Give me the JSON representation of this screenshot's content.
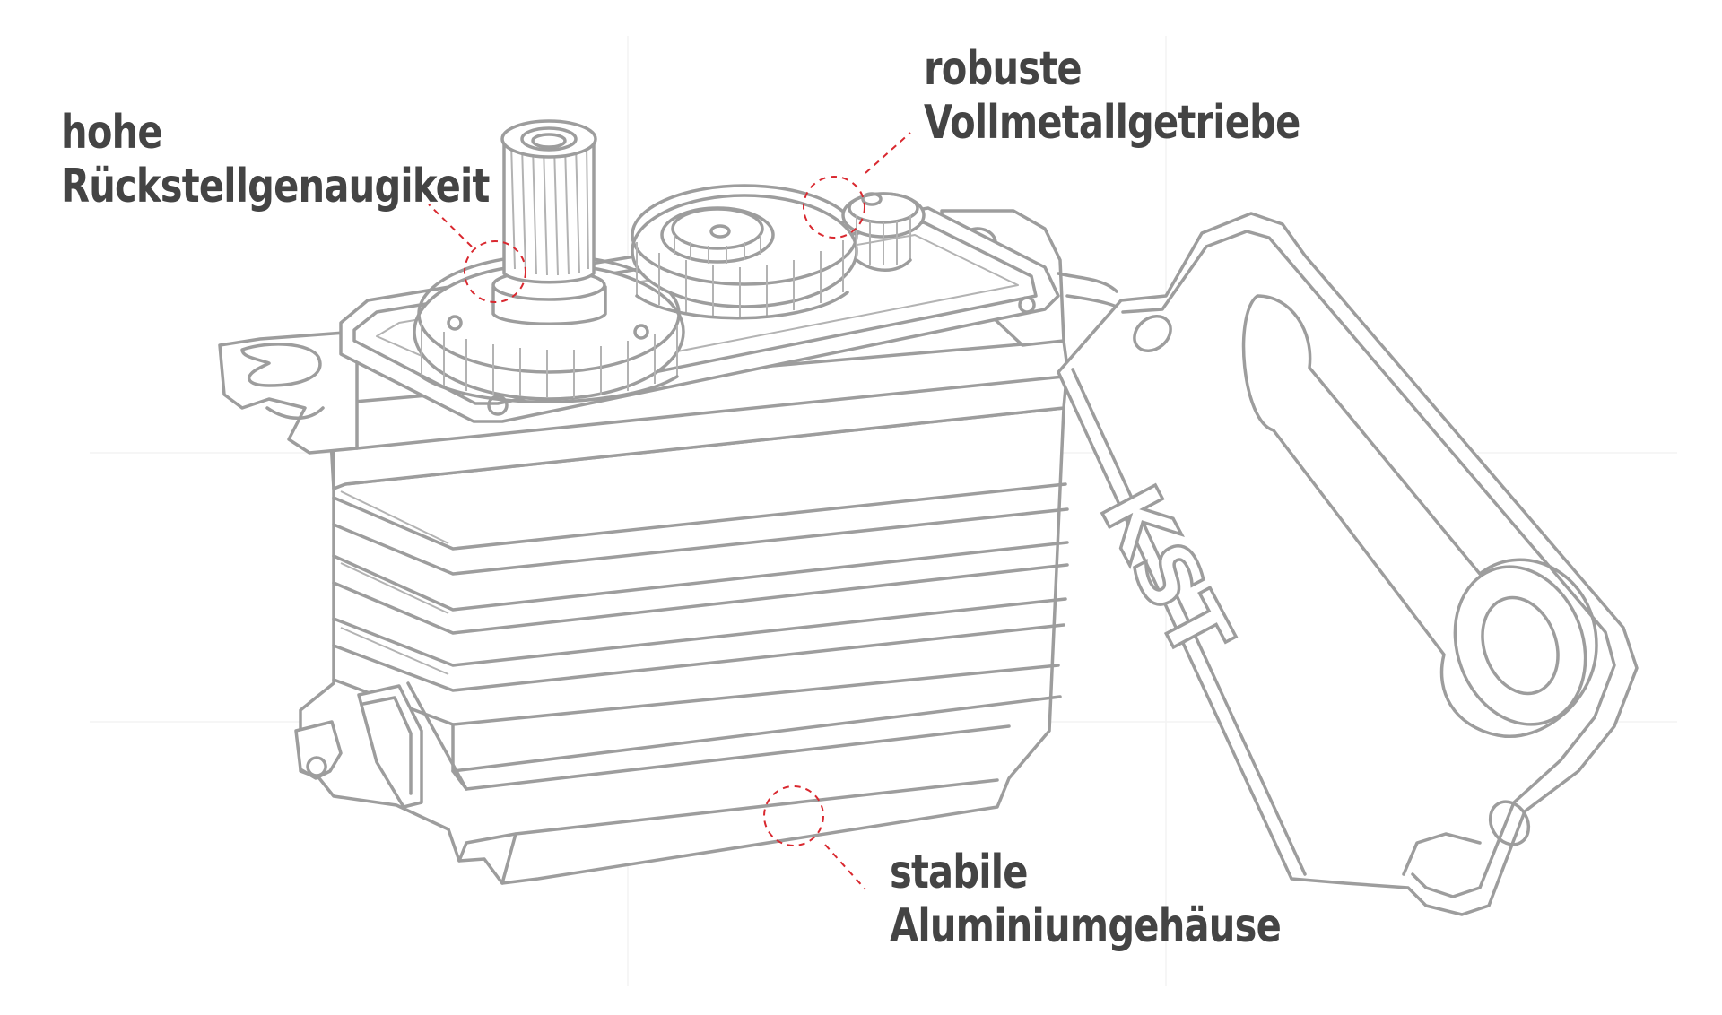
{
  "callouts": {
    "precision": {
      "line1": "hohe",
      "line2": "Rückstellgenaugikeit"
    },
    "gears": {
      "line1": "robuste",
      "line2": "Vollmetallgetriebe"
    },
    "housing": {
      "line1": "stabile",
      "line2": "Aluminiumgehäuse"
    }
  },
  "horn": {
    "brand": "KST"
  },
  "colors": {
    "label": "#444444",
    "outline": "#9d9d9d",
    "marker": "#d9282f"
  }
}
